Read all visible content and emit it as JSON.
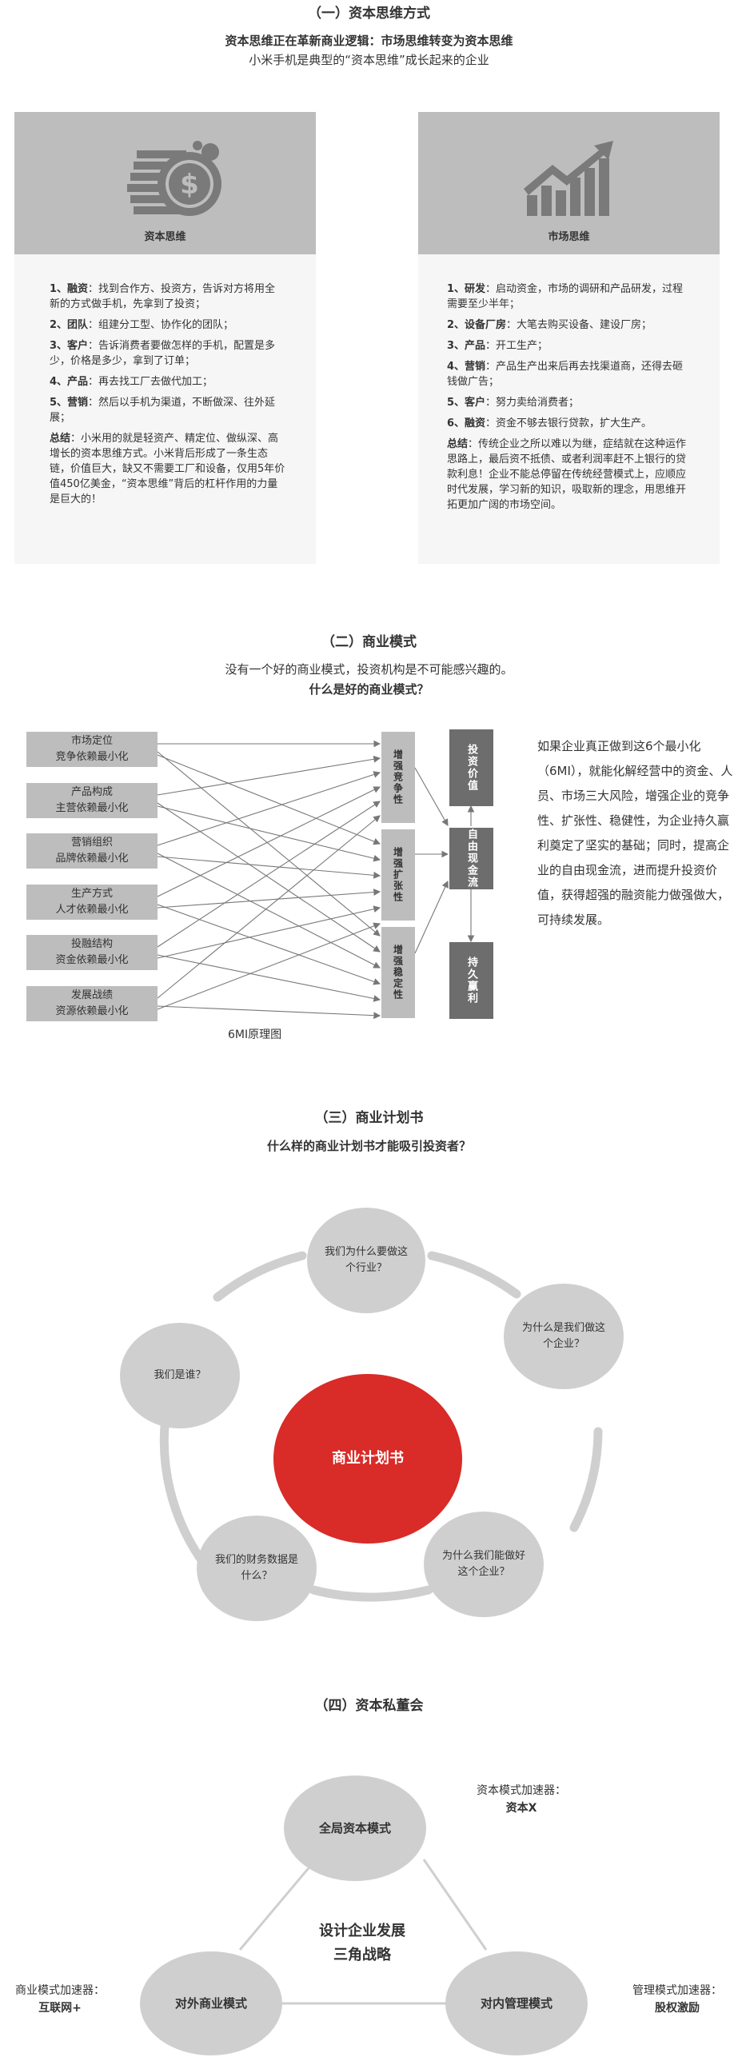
{
  "section1": {
    "title": "（一）资本思维方式",
    "subtitle_bold": "资本思维正在革新商业逻辑：市场思维转变为资本思维",
    "subtitle": "小米手机是典型的“资本思维”成长起来的企业",
    "left_card": {
      "label": "资本思维",
      "icon": "coins-icon",
      "items": [
        {
          "key": "1、融资",
          "text": "：找到合作方、投资方，告诉对方将用全新的方式做手机，先拿到了投资；"
        },
        {
          "key": "2、团队",
          "text": "：组建分工型、协作化的团队；"
        },
        {
          "key": "3、客户",
          "text": "：告诉消费者要做怎样的手机，配置是多少，价格是多少，拿到了订单；"
        },
        {
          "key": "4、产品",
          "text": "：再去找工厂去做代加工；"
        },
        {
          "key": "5、营销",
          "text": "：然后以手机为渠道，不断做深、往外延展；"
        }
      ],
      "summary_key": "总结",
      "summary": "：小米用的就是轻资产、精定位、做纵深、高增长的资本思维方式。小米背后形成了一条生态链，价值巨大，缺又不需要工厂和设备，仅用5年价值450亿美金，“资本思维”背后的杠杆作用的力量是巨大的！"
    },
    "right_card": {
      "label": "市场思维",
      "icon": "growth-chart-icon",
      "items": [
        {
          "key": "1、研发",
          "text": "：启动资金，市场的调研和产品研发，过程需要至少半年；"
        },
        {
          "key": "2、设备厂房",
          "text": "：大笔去购买设备、建设厂房；"
        },
        {
          "key": "3、产品",
          "text": "：开工生产；"
        },
        {
          "key": "4、营销",
          "text": "：产品生产出来后再去找渠道商，还得去砸钱做广告；"
        },
        {
          "key": "5、客户",
          "text": "：努力卖给消费者；"
        },
        {
          "key": "6、融资",
          "text": "：资金不够去银行贷款，扩大生产。"
        }
      ],
      "summary_key": "总结",
      "summary": "：传统企业之所以难以为继，症结就在这种运作思路上，最后资不抵债、或者利润率赶不上银行的贷款利息！企业不能总停留在传统经营模式上，应顺应时代发展，学习新的知识，吸取新的理念，用思维开拓更加广阔的市场空间。"
    }
  },
  "section2": {
    "title": "（二）商业模式",
    "line1": "没有一个好的商业模式，投资机构是不可能感兴趣的。",
    "line2": "什么是好的商业模式？",
    "left_boxes": [
      [
        "市场定位",
        "竞争依赖最小化"
      ],
      [
        "产品构成",
        "主营依赖最小化"
      ],
      [
        "营销组织",
        "品牌依赖最小化"
      ],
      [
        "生产方式",
        "人才依赖最小化"
      ],
      [
        "投融结构",
        "资金依赖最小化"
      ],
      [
        "发展战绩",
        "资源依赖最小化"
      ]
    ],
    "mid_boxes": [
      "增强竞争性",
      "增强扩张性",
      "增强稳定性"
    ],
    "right_boxes": [
      "投资价值",
      "自由现金流",
      "持久赢利"
    ],
    "caption": "6MI原理图",
    "description": "如果企业真正做到这6个最小化（6MI），就能化解经营中的资金、人员、市场三大风险，增强企业的竞争性、扩张性、稳健性，为企业持久赢利奠定了坚实的基础；同时，提高企业的自由现金流，进而提升投资价值，获得超强的融资能力做强做大，可持续发展。"
  },
  "section3": {
    "title": "（三）商业计划书",
    "subtitle": "什么样的商业计划书才能吸引投资者？",
    "center": "商业计划书",
    "nodes": [
      "我们为什么要做这个行业？",
      "为什么是我们做这个企业？",
      "为什么我们能做好这个企业？",
      "我们的财务数据是什么？",
      "我们是谁？"
    ]
  },
  "section4": {
    "title": "（四）资本私董会",
    "top_node": "全局资本模式",
    "left_node": "对外商业模式",
    "right_node": "对内管理模式",
    "center_text": "设计企业发展三角战略",
    "top_label": "资本模式加速器：",
    "top_value": "资本X",
    "left_label": "商业模式加速器：",
    "left_value": "互联网+",
    "right_label": "管理模式加速器：",
    "right_value": "股权激励"
  }
}
